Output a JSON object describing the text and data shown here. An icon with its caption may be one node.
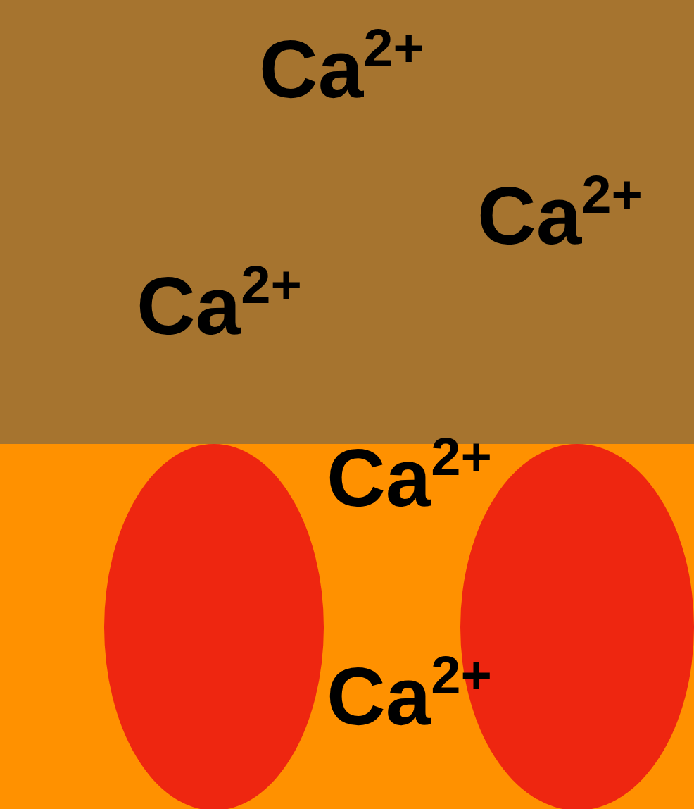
{
  "diagram": {
    "labels": [
      "Ca$^{2+}$",
      "Ca$^{2+}$",
      "Ca$^{2+}$",
      "Ca$^{2+}$",
      "Ca$^{2+}$"
    ]
  }
}
